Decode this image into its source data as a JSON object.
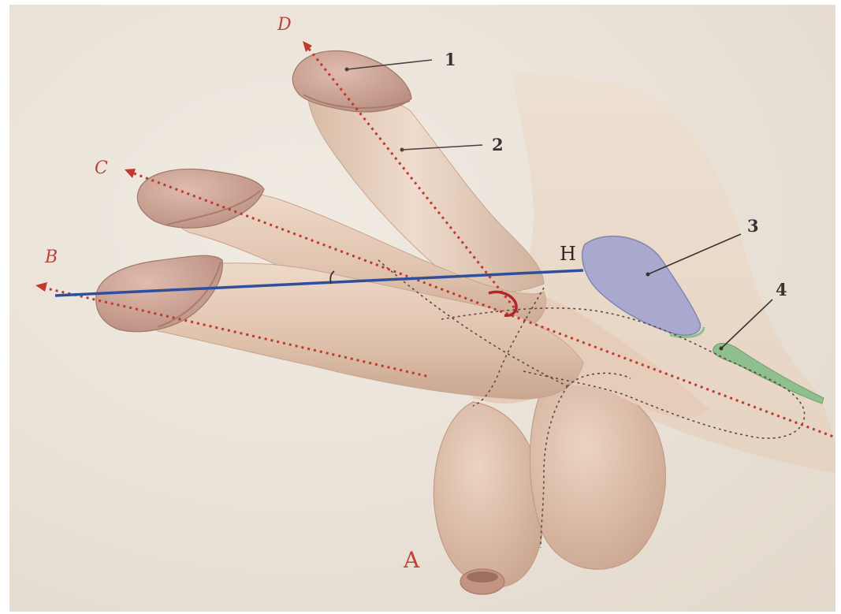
{
  "figure": {
    "axis_labels": [
      "D",
      "C",
      "B"
    ],
    "bottom_label": "A",
    "point_label": "H",
    "callouts": [
      "1",
      "2",
      "3",
      "4"
    ]
  },
  "colors": {
    "background": "#ede5dc",
    "skin": "#e4cbb8",
    "skin_shadow": "#c9a893",
    "glans": "#c79c8e",
    "red_axis": "#c0392b",
    "blue_line": "#2f4f9e",
    "structure_3": "#a9a9d0",
    "structure_4": "#8fbf8f"
  },
  "icons": {
    "axis_arrow": "dotted-arrow-icon",
    "angle_marker": "angle-arc-icon"
  }
}
